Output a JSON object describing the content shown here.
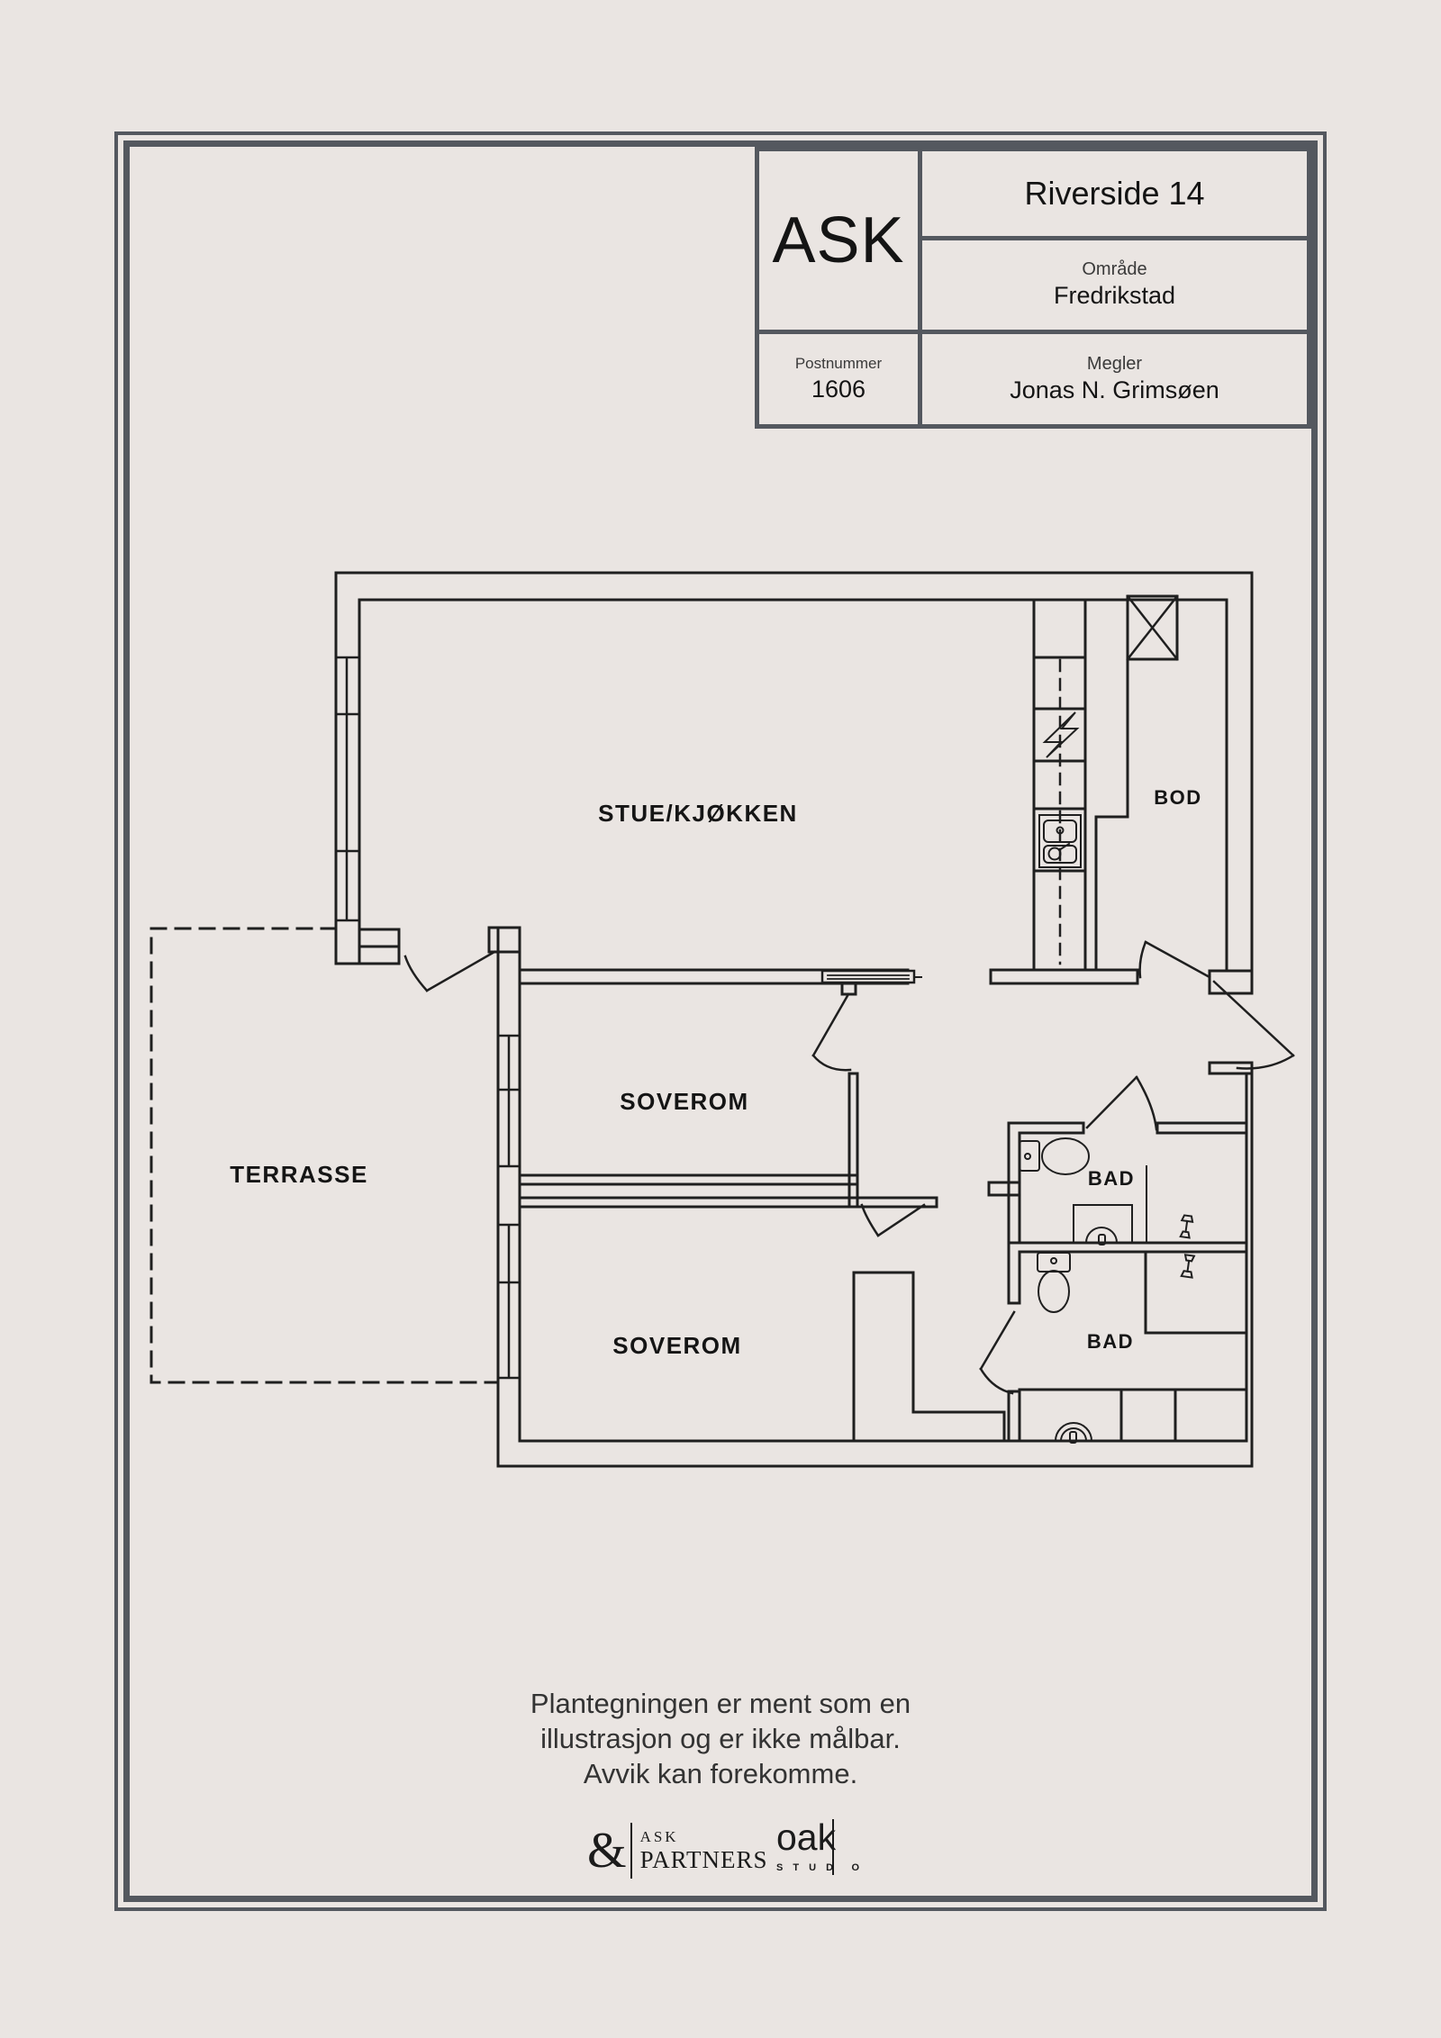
{
  "colors": {
    "background": "#eae5e2",
    "frame": "#54585f",
    "plan_line": "#1f1f1f"
  },
  "title_block": {
    "logo": "ASK",
    "address": "Riverside 14",
    "area_label": "Område",
    "area_value": "Fredrikstad",
    "postal_label": "Postnummer",
    "postal_value": "1606",
    "agent_label": "Megler",
    "agent_value": "Jonas N. Grimsøen"
  },
  "floor_plan": {
    "rooms": [
      {
        "label": "STUE/KJØKKEN"
      },
      {
        "label": "BOD"
      },
      {
        "label": "SOVEROM"
      },
      {
        "label": "BAD"
      },
      {
        "label": "SOVEROM"
      },
      {
        "label": "BAD"
      },
      {
        "label": "TERRASSE"
      }
    ]
  },
  "footer": {
    "disclaimer_lines": [
      "Plantegningen er ment som en",
      "illustrasjon og er ikke målbar.",
      "Avvik kan forekomme."
    ]
  },
  "logos": {
    "ask_partners": {
      "ampersand": "&",
      "line1": "ASK",
      "line2": "PARTNERS"
    },
    "oak_studio": {
      "word": "oak",
      "sub": "S T U D",
      "sub_o": "O"
    }
  }
}
